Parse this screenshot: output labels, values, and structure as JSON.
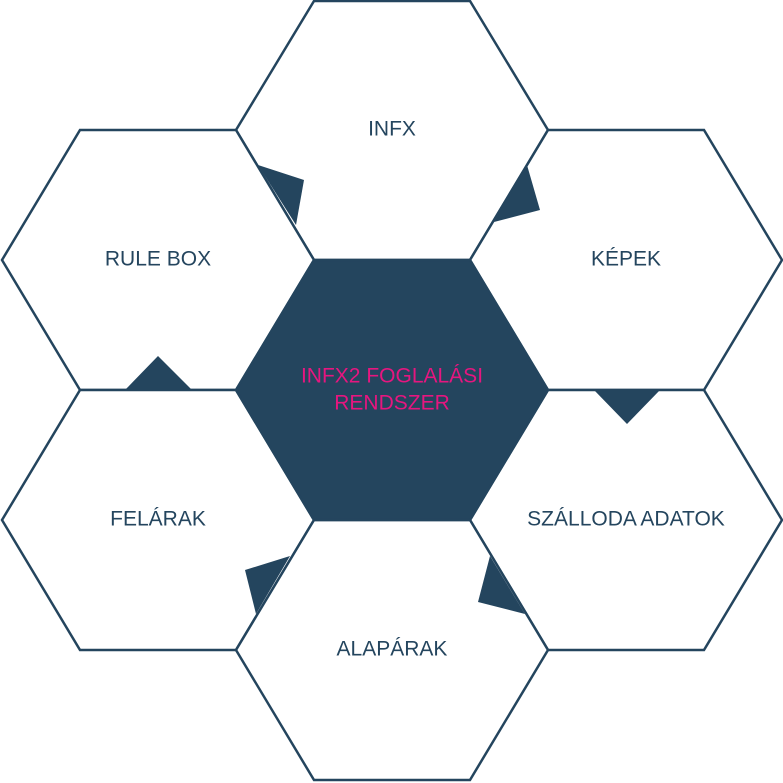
{
  "colors": {
    "hex_border": "#24455e",
    "hex_fill": "#ffffff",
    "center_fill": "#24455e",
    "center_text": "#e6167f",
    "text": "#24455e"
  },
  "center": {
    "line1": "INFX2 FOGLALÁSI",
    "line2": "RENDSZER"
  },
  "hexagons": {
    "top": "INFX",
    "upper_left": "RULE BOX",
    "upper_right": "KÉPEK",
    "lower_left": "FELÁRAK",
    "lower_right": "SZÁLLODA ADATOK",
    "bottom": "ALAPÁRAK"
  }
}
